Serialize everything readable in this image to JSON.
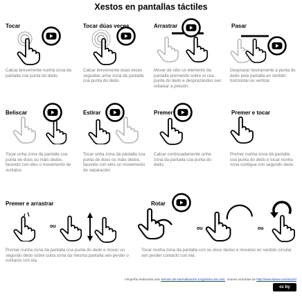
{
  "title": "Xestos en pantallas táctiles",
  "gestures": [
    {
      "label": "Tocar",
      "desc": "Calcar brevemente nunha zona da pantalla coa punta do dedo."
    },
    {
      "label": "Tocar dúas veces",
      "desc": "Calcar brevemente dúas veces seguidas unha zona da pantalla coa punta do dedo."
    },
    {
      "label": "Arrastrar",
      "desc": "Mover de sitio un elemento da pantalla premendo sobre el coa punta do dedo e desprazándoo sen rebaixar a presión."
    },
    {
      "label": "Pasar",
      "desc": "Desprazar lixeiramente a punta do dedo pola pantalla en sentido horizontal ou vertical."
    },
    {
      "label": "Beliscar",
      "desc": "Tocar unha zona da pantalla coa punta de dous ou máis dedos, facendo con eles o movemento de xuntalos."
    },
    {
      "label": "Estirar",
      "desc": "Tocar unha zona da pantalla coa punta de dous ou máis dedos, facendo con eles un movemento de separación."
    },
    {
      "label": "Premer",
      "desc": "Calcar continuadamente unha zona da pantalla coa punta do dedo."
    },
    {
      "label": "Premer e tocar",
      "desc": "Premer nunha zona da pantalla coa punta do dedo e tocar nunha zona contigua con segundo dedo."
    },
    {
      "label": "Premer e arrastrar",
      "desc": "Premer nunha zona da pantalla coa punta do dedo e mover un segundo dedo sobre outra zona da mesma pantalla sen perder o contacto con ela."
    },
    {
      "label": "Rotar",
      "desc": "Tocar nunha zona da pantalla con ou dous dedos e movelos en sentido circular sen perder contacto con ela."
    }
  ],
  "ou": "ou",
  "footer": {
    "prefix": "Infografía elaborada polo ",
    "link1": "Servizo de Normalización Lingüística da USC",
    "middle": ". Imaxes extraídas de ",
    "link2": "http://www.lukew.com/touch/"
  },
  "cc_badge": "cc by"
}
